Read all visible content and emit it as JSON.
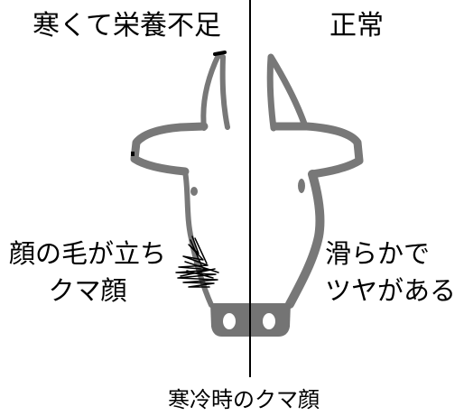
{
  "headings": {
    "cold_side": "寒くて栄養不足",
    "normal_side": "正常"
  },
  "annotations": {
    "cold_side": [
      "顔の毛が立ち",
      "クマ顔"
    ],
    "normal_side": [
      "滑らかで",
      "ツヤがある"
    ]
  },
  "caption": "寒冷時のクマ顔",
  "colors": {
    "face_outline": "#787878",
    "muzzle": "#747474",
    "divider": "#000000",
    "hair": "#000000",
    "background": "#ffffff"
  }
}
